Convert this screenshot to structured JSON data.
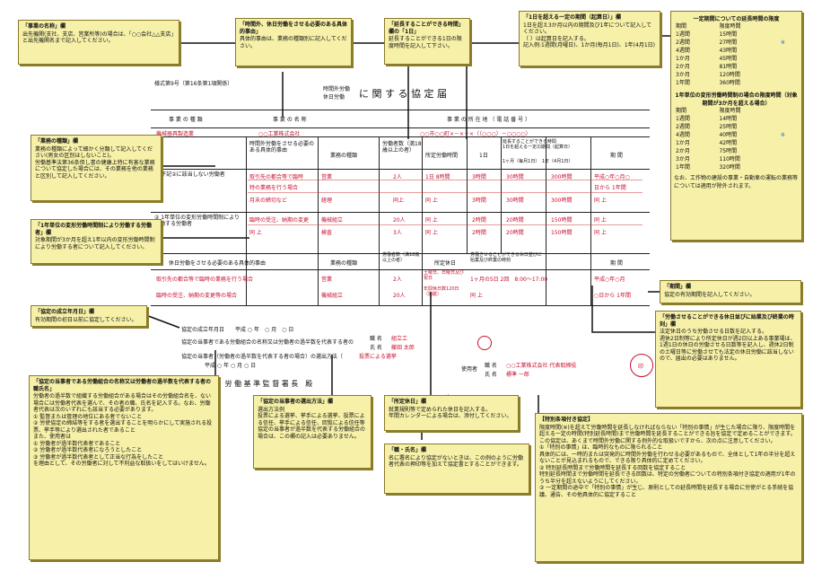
{
  "form": {
    "style_no": "様式第9号（第16条第1項関係）",
    "title_small_1": "時間外労働",
    "title_small_2": "休日労働",
    "title_main": "に 関 す る 協 定 届",
    "header_business_type": "事 業 の 種 類",
    "header_business_name": "事 業 の 名 称",
    "header_business_address": "事 業 の 所 在 地 （ 電 話 番 号 ）",
    "business_type_value": "機械器具製造業",
    "business_name_value": "○○工業株式会社",
    "business_address_value": "○○市○○町×－×－×（（○○○）－○○○○）",
    "col_reason": "時間外労働をさせる必要のある具体的事由",
    "col_work_type": "業務の種類",
    "col_workers": "労働者数（満18歳以上の者）",
    "col_hours": "所定労働時間",
    "col_extend_1day": "1日",
    "col_extend_over1day": "延長することができる時間\n1日を超える一定の期間（起算日）",
    "col_extend_sub": "1ヶ月（毎月1日）　1年（4月1日）",
    "col_period": "期 間",
    "section1_label": "① 下記②に該当しない労働者",
    "section2_label": "② 1年単位の変形労働時間制により労働する労働者",
    "rows": [
      {
        "reason": "取引先の都合等で臨時",
        "work": "営業",
        "workers": "2人",
        "hours": "1日 8時間",
        "day": "3時間",
        "month": "30時間",
        "year": "300時間",
        "period": "平成○年○月○"
      },
      {
        "reason": "特の業務を行う場合",
        "work": "",
        "workers": "",
        "hours": "",
        "day": "",
        "month": "",
        "year": "",
        "period": "日から 1年間"
      },
      {
        "reason": "月末の締切など",
        "work": "経理",
        "workers": "同上",
        "hours": "同 上",
        "day": "3時間",
        "month": "30時間",
        "year": "300時間",
        "period": "同 上"
      },
      {
        "reason": "臨時の受注、納期の変更",
        "work": "機械組立",
        "workers": "20人",
        "hours": "同 上",
        "day": "2時間",
        "month": "20時間",
        "year": "150時間",
        "period": "同 上"
      },
      {
        "reason": "同 上",
        "work": "検査",
        "workers": "3人",
        "hours": "同 上",
        "day": "2時間",
        "month": "20時間",
        "year": "150時間",
        "period": "同 上"
      }
    ],
    "holiday_header_reason": "休日労働をさせる必要のある具体的事由",
    "holiday_header_work": "業務の種類",
    "holiday_header_workers": "労働者数（満18歳以上の者）",
    "holiday_header_days": "所定休日",
    "holiday_header_count": "労働させることができる休日並びに始業及び終業の時刻",
    "holiday_header_period": "期 間",
    "holiday_rows": [
      {
        "reason": "取引先の都合等で臨時の業務を行う場合",
        "work": "営業",
        "workers": "2人",
        "days": "土曜日、日曜日及び祝日",
        "count": "1ヶ月の5日 2回　8:00～17:00",
        "period": "平成○年○月"
      },
      {
        "reason": "臨時の受注、納期の変更等の場合",
        "work": "機械組立",
        "workers": "20人",
        "days": "年間休日数120日（別紙）",
        "count": "同 上",
        "period": "○日から 1年間"
      }
    ],
    "agreement_date": "協定の成立年月日　　平成 ○ 年　○ 月　○ 日",
    "union_line": "協定の当事者である労働組合の名称又は労働者の過半数を代表する者の",
    "union_role": "職 名",
    "union_name": "氏 名",
    "union_role_value": "組立工",
    "union_name_value": "藤田 太郎",
    "method_line": "協定の当事者（労働者の過半数を代表する者の場合）の選出方法（",
    "method_value": "投票による選挙",
    "date_line": "平成 ○ 年 ○ 月 ○ 日",
    "employer_role": "職 名",
    "employer_name": "氏 名",
    "employer_label": "使用者",
    "employer_role_value": "○○工業株式会社 代表取締役",
    "employer_name_value": "標準 一郎",
    "office_line": "○ ○　　労 働 基 準 監 督 署 長　殿",
    "seal": "印"
  },
  "notes": {
    "n1_title": "「事業の名称」欄",
    "n1_body": "出先機関(支社、支店、営業所等)の場合は、「○○会社△△支店」と出先機関名まで記入してください。",
    "n2_title": "「時間外、休日労働をさせる必要のある具体的事由」",
    "n2_body": "具体的事由は、業務の種類別に記入してください。",
    "n3_title": "「延長することができる時間」欄の「1日」",
    "n3_body": "延長することができる1日の限度時間を記入して下さい。",
    "n4_title": "「1日を超える一定の期間（起算日）」欄",
    "n4_body": "1日を超え3か月以内の期間及び1年について記入してください。\n（ ）は起算日を記入する。\n記入例:1週間(月曜日)、1か月(毎月1日)、1年(4月1日)",
    "n5_title": "「業務の種類」欄",
    "n5_body": "業務の種類によって細かく分類して記入してください(男女の区別はしないこと)。\n労働基準法第36条但し書の健康上特に有害な業務について協定した場合には、その業務を他の業務と区別して記入してください。",
    "n6_title": "「1年単位の変形労働時間制により労働する労働者」欄",
    "n6_body": "対象期間が3か月を超え1年以内の変形労働時間制により労働する者について記入してください。",
    "n7_title": "「協定の成立年月日」欄",
    "n7_body": "有効期間の初日以前に協定してください。",
    "n8_title": "「期間」欄",
    "n8_body": "協定の有効期間を記入してください。",
    "n9_title": "「労働させることができる休日並びに始業及び終業の時刻」欄",
    "n9_body": "法定休日のうち労働させる日数を記入する。\n週休2日制等により所定休日が週2日以上ある事業場は、1週1日の休日の労働させる日数等を記入し、週休2日制の土曜日等に労働させても法定の休日労働に該当しないので、届出の必要はありません。",
    "n10_title": "「協定の当事者である労働組合の名称又は労働者の過半数を代表する者の職氏名」",
    "n10_body": "労働者の過半数で組織する労働組合がある場合はその労働組合名を、ない場合には労働者代表を選んで、その者の職、氏名を記入する。なお、労働者代表は次のいずれにも該当する必要があります。\n① 監督または管理の地位にある者でないこと\n② 労使協定の締結等をする者を選出することを明らかにして実施される投票、挙手等により選出された者であること\nまた、使用者は\n① 労働者が過半数代表者であること\n② 労働者が過半数代表者になろうとしたこと\n③ 労働者が過半数代表者として正当な行為をしたこと\nを理由として、その労働者に対して不利益な取扱いをしてはいけません。",
    "n11_title": "「協定の当事者の選出方法」欄",
    "n11_body": "選出方法例\n投票による選挙、挙手による選挙、投票による信任、挙手による信任、回覧による信任等\n協定の当事者が過半数を代表する労働組合の場合は、この欄の記入は必要ありません。",
    "n12_title": "「所定休日」欄",
    "n12_body": "就業規則等で定められた休日を記入する。\n年間カレンダーによる場合は、添付してください。",
    "n13_title": "「職・氏名」欄",
    "n13_body": "名に署名により協定がないときは、この例のように労働者代表の押印等を加えて協定書とすることができます。",
    "n14_title": "【特別条項付き協定】",
    "n14_body": "限度時間(※)を超えて労働時間を延長しなければならない「特別の事情」が生じた場合に限り、限度時間を超える一定の時間(特別延長時間)まで労働時間を延長することができる旨を協定で定めることができます。\nこの協定は、あくまで時間外労働に関する例外的な取扱いですから、次の点に注意してください。\n①「特別の事情」は、臨時的なものに限られること\n具体的には、一時的または突発的に時間外労働を行わせる必要があるもので、全体として1年の半分を超えないことが見込まれるもので、できる限り具体的に定めてください。\n② 特別延長時間まで労働時間を延長する回数を協定すること\n特別延長時間まで労働時間を延長できる回数は、特定の労働者についての特別条項付き協定の適用が1年のうち半分を超えないようにしてください。\n③ 一定期間の途中で「特別の事情」が生じ、原則としての延長時間を延長する場合に労使がとる手続を協議、通告、その他具体的に協定すること"
  },
  "limits": {
    "title1": "一定期間についての延長時間の限度",
    "col_period": "期間",
    "col_limit": "限度時間",
    "table1": [
      {
        "p": "1週間",
        "v": "15時間"
      },
      {
        "p": "2週間",
        "v": "27時間"
      },
      {
        "p": "4週間",
        "v": "43時間"
      },
      {
        "p": "1か月",
        "v": "45時間"
      },
      {
        "p": "2か月",
        "v": "81時間"
      },
      {
        "p": "3か月",
        "v": "120時間"
      },
      {
        "p": "1年間",
        "v": "360時間"
      }
    ],
    "title2": "1年単位の変形労働時間制の場合の限度時間（対象期間が3か月を超える場合）",
    "table2": [
      {
        "p": "1週間",
        "v": "14時間"
      },
      {
        "p": "2週間",
        "v": "25時間"
      },
      {
        "p": "4週間",
        "v": "40時間"
      },
      {
        "p": "1か月",
        "v": "42時間"
      },
      {
        "p": "2か月",
        "v": "75時間"
      },
      {
        "p": "3か月",
        "v": "110時間"
      },
      {
        "p": "1年間",
        "v": "320時間"
      }
    ],
    "star": "※",
    "footnote": "なお、工作物の建設の事業・自動車の運転の業務等については適用が除外されます。"
  }
}
